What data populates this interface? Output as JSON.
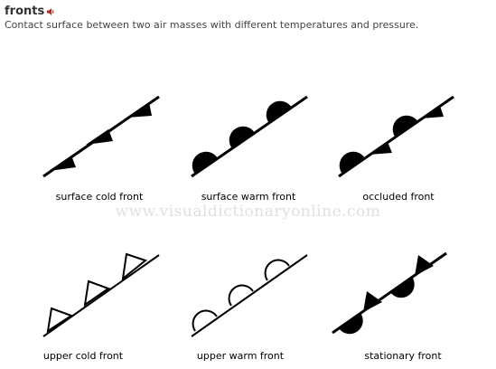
{
  "header": {
    "title": "fronts",
    "subtitle": "Contact surface between two air masses with different temperatures and pressure."
  },
  "watermark": "www.visualdictionaryonline.com",
  "fronts": [
    {
      "label": "surface cold front"
    },
    {
      "label": "surface warm front"
    },
    {
      "label": "occluded front"
    },
    {
      "label": "upper cold front"
    },
    {
      "label": "upper warm front"
    },
    {
      "label": "stationary front"
    }
  ],
  "icons": {
    "sound": "speaker-icon"
  }
}
